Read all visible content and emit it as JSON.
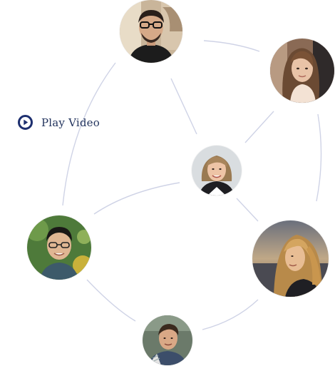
{
  "play_video": {
    "label": "Play Video",
    "icon": "play-circle-icon",
    "color": "#1d2f6f"
  },
  "avatars": [
    {
      "name": "avatar-man-glasses-top",
      "icon": "person-photo"
    },
    {
      "name": "avatar-woman-long-hair-top-right",
      "icon": "person-photo"
    },
    {
      "name": "avatar-woman-center",
      "icon": "person-photo"
    },
    {
      "name": "avatar-man-glasses-left",
      "icon": "person-photo"
    },
    {
      "name": "avatar-woman-sunset-right",
      "icon": "person-photo"
    },
    {
      "name": "avatar-man-bottom",
      "icon": "person-photo"
    }
  ],
  "line_color": "#cfd3e6"
}
